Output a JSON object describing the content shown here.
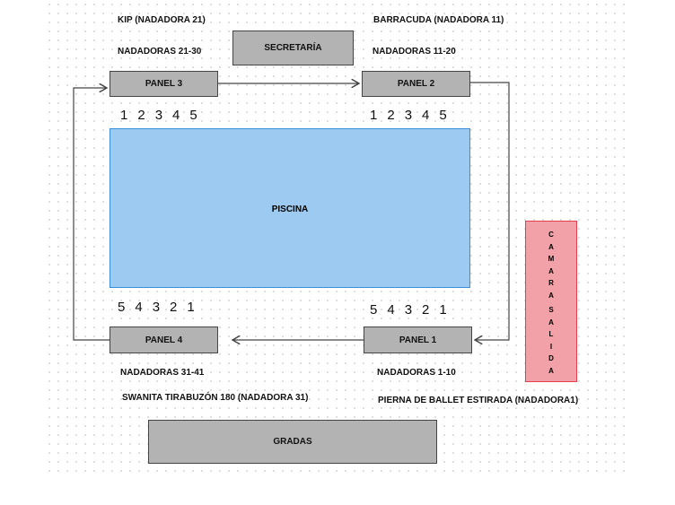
{
  "labels": {
    "kip": "KIP (NADADORA 21)",
    "barracuda": "BARRACUDA (NADADORA 11)",
    "nadadoras_21_30": "NADADORAS 21-30",
    "nadadoras_11_20": "NADADORAS 11-20",
    "nadadoras_31_41": "NADADORAS 31-41",
    "nadadoras_1_10": "NADADORAS 1-10",
    "swanita": "SWANITA TIRABUZÓN 180 (NADADORA 31)",
    "pierna": "PIERNA DE BALLET ESTIRADA  (NADADORA1)"
  },
  "boxes": {
    "secretaria": "SECRETARÍA",
    "panel3": "PANEL 3",
    "panel2": "PANEL 2",
    "panel4": "PANEL 4",
    "panel1": "PANEL 1",
    "piscina": "PISCINA",
    "gradas": "GRADAS"
  },
  "camara": {
    "word1": [
      "C",
      "A",
      "M",
      "A",
      "R",
      "A"
    ],
    "word2": [
      "S",
      "A",
      "L",
      "I",
      "D",
      "A"
    ]
  },
  "lanes_top": [
    "1",
    "2",
    "3",
    "4",
    "5"
  ],
  "lanes_bottom": [
    "5",
    "4",
    "3",
    "2",
    "1"
  ],
  "colors": {
    "panel": "#b3b3b3",
    "pool": "#9ccaf0",
    "camara": "#f2a1a8"
  }
}
